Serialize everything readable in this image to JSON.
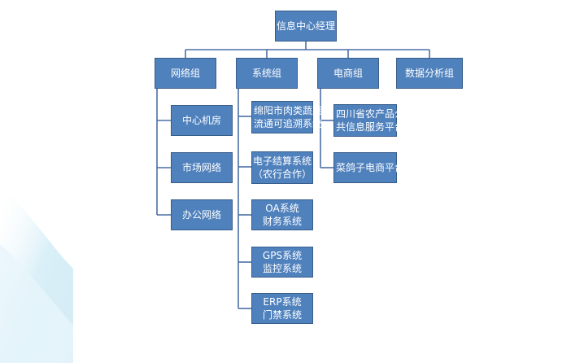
{
  "colors": {
    "box_fill": "#4f81bd",
    "box_border": "#385d8a",
    "connector": "#4a6fa5",
    "text": "#ffffff",
    "background_accent": "#d6eef7"
  },
  "org": {
    "root": {
      "lines": [
        "信息中心经理"
      ]
    },
    "departments": [
      {
        "lines": [
          "网络组"
        ]
      },
      {
        "lines": [
          "系统组"
        ]
      },
      {
        "lines": [
          "电商组"
        ]
      },
      {
        "lines": [
          "数据分析组"
        ]
      }
    ],
    "network_children": [
      {
        "lines": [
          "中心机房"
        ]
      },
      {
        "lines": [
          "市场网络"
        ]
      },
      {
        "lines": [
          "办公网络"
        ]
      }
    ],
    "system_children": [
      {
        "lines": [
          "绵阳市肉类蔬菜",
          "流通可追溯系统"
        ]
      },
      {
        "lines": [
          "电子结算系统",
          "（农行合作）"
        ]
      },
      {
        "lines": [
          "OA系统",
          "财务系统"
        ]
      },
      {
        "lines": [
          "GPS系统",
          "监控系统"
        ]
      },
      {
        "lines": [
          "ERP系统",
          "门禁系统"
        ]
      }
    ],
    "ecommerce_children": [
      {
        "lines": [
          "四川省农产品公",
          "共信息服务平台"
        ]
      },
      {
        "lines": [
          "菜鸽子电商平台"
        ]
      }
    ]
  }
}
